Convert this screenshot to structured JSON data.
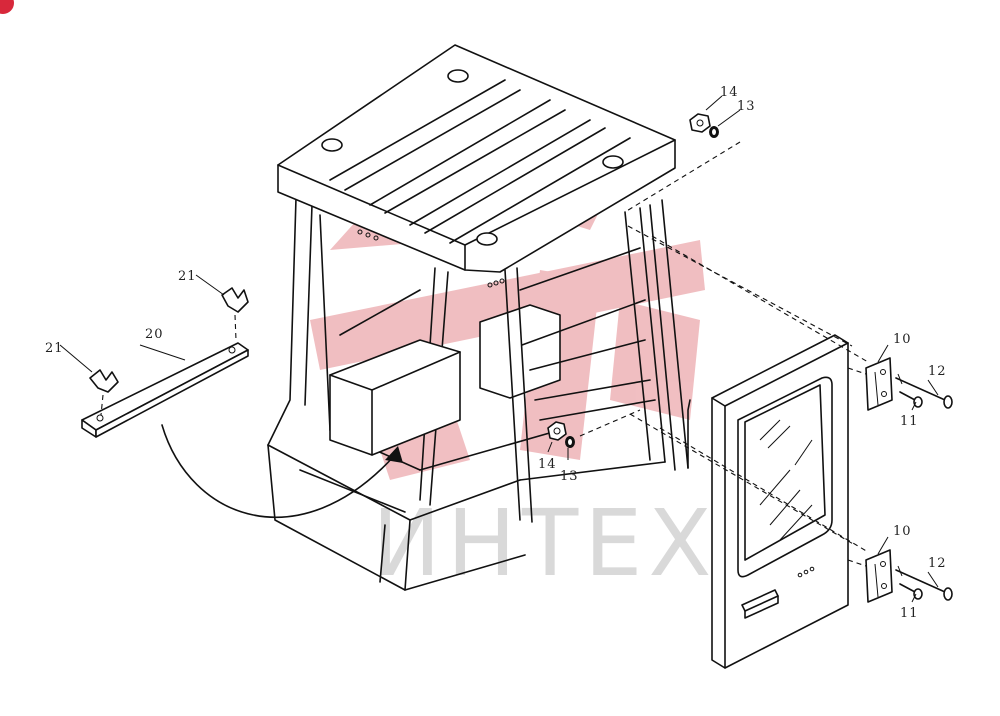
{
  "watermark": {
    "text": "ИНТЕХ",
    "color": "#d9d9d9",
    "logo_color": "#e58a8f"
  },
  "badge_color": "#d8283b",
  "callouts": {
    "c10a": "10",
    "c10b": "10",
    "c11a": "11",
    "c11b": "11",
    "c12a": "12",
    "c12b": "12",
    "c13a": "13",
    "c13b": "13",
    "c14a": "14",
    "c14b": "14",
    "c20": "20",
    "c21a": "21",
    "c21b": "21"
  }
}
